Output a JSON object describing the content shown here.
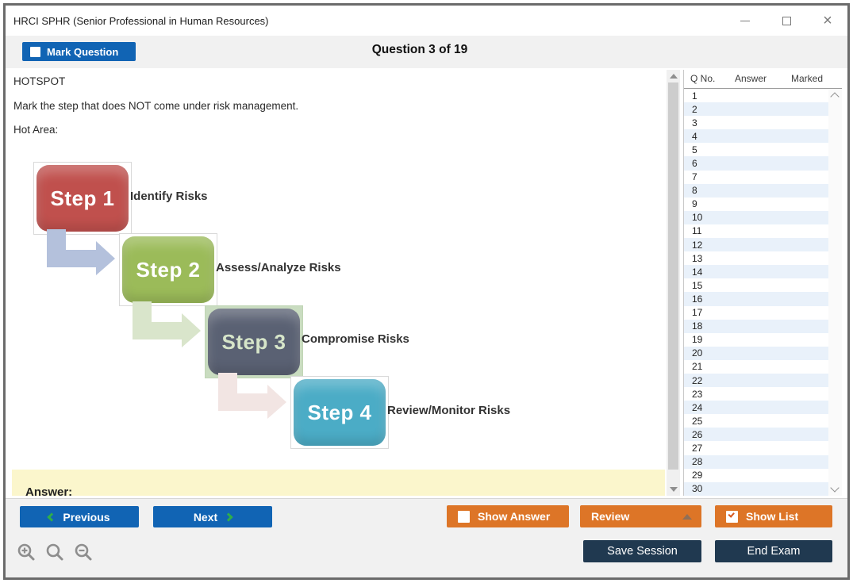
{
  "window": {
    "title": "HRCI SPHR (Senior Professional in Human Resources)"
  },
  "topbar": {
    "mark_question_label": "Mark Question",
    "question_counter": "Question 3 of 19"
  },
  "question": {
    "type_label": "HOTSPOT",
    "prompt": "Mark the step that does NOT come under risk management.",
    "hot_area_label": "Hot Area:",
    "answer_label": "Answer:"
  },
  "diagram": {
    "steps": [
      {
        "label": "Step 1",
        "caption": "Identify Risks",
        "box_color": "#c0504d",
        "text_color": "#ffffff"
      },
      {
        "label": "Step 2",
        "caption": "Assess/Analyze Risks",
        "box_color": "#9bbb59",
        "text_color": "#ffffff"
      },
      {
        "label": "Step 3",
        "caption": "Compromise Risks",
        "box_color": "#5a6173",
        "text_color": "#d6e5c9"
      },
      {
        "label": "Step 4",
        "caption": "Review/Monitor Risks",
        "box_color": "#4bacc6",
        "text_color": "#ffffff"
      }
    ],
    "arrows": [
      {
        "from": "Step 1",
        "to": "Step 2",
        "color": "#b4c1dc"
      },
      {
        "from": "Step 2",
        "to": "Step 3",
        "color": "#d9e5cb"
      },
      {
        "from": "Step 3",
        "to": "Step 4",
        "color": "#f2e5e3"
      }
    ]
  },
  "question_list": {
    "columns": [
      "Q No.",
      "Answer",
      "Marked"
    ],
    "rows": [
      {
        "q": "1",
        "answer": "",
        "marked": ""
      },
      {
        "q": "2",
        "answer": "",
        "marked": ""
      },
      {
        "q": "3",
        "answer": "",
        "marked": ""
      },
      {
        "q": "4",
        "answer": "",
        "marked": ""
      },
      {
        "q": "5",
        "answer": "",
        "marked": ""
      },
      {
        "q": "6",
        "answer": "",
        "marked": ""
      },
      {
        "q": "7",
        "answer": "",
        "marked": ""
      },
      {
        "q": "8",
        "answer": "",
        "marked": ""
      },
      {
        "q": "9",
        "answer": "",
        "marked": ""
      },
      {
        "q": "10",
        "answer": "",
        "marked": ""
      },
      {
        "q": "11",
        "answer": "",
        "marked": ""
      },
      {
        "q": "12",
        "answer": "",
        "marked": ""
      },
      {
        "q": "13",
        "answer": "",
        "marked": ""
      },
      {
        "q": "14",
        "answer": "",
        "marked": ""
      },
      {
        "q": "15",
        "answer": "",
        "marked": ""
      },
      {
        "q": "16",
        "answer": "",
        "marked": ""
      },
      {
        "q": "17",
        "answer": "",
        "marked": ""
      },
      {
        "q": "18",
        "answer": "",
        "marked": ""
      },
      {
        "q": "19",
        "answer": "",
        "marked": ""
      },
      {
        "q": "20",
        "answer": "",
        "marked": ""
      },
      {
        "q": "21",
        "answer": "",
        "marked": ""
      },
      {
        "q": "22",
        "answer": "",
        "marked": ""
      },
      {
        "q": "23",
        "answer": "",
        "marked": ""
      },
      {
        "q": "24",
        "answer": "",
        "marked": ""
      },
      {
        "q": "25",
        "answer": "",
        "marked": ""
      },
      {
        "q": "26",
        "answer": "",
        "marked": ""
      },
      {
        "q": "27",
        "answer": "",
        "marked": ""
      },
      {
        "q": "28",
        "answer": "",
        "marked": ""
      },
      {
        "q": "29",
        "answer": "",
        "marked": ""
      },
      {
        "q": "30",
        "answer": "",
        "marked": ""
      }
    ]
  },
  "footer": {
    "previous_label": "Previous",
    "next_label": "Next",
    "show_answer_label": "Show Answer",
    "show_answer_checked": false,
    "review_label": "Review",
    "show_list_label": "Show List",
    "show_list_checked": true,
    "save_session_label": "Save Session",
    "end_exam_label": "End Exam"
  },
  "colors": {
    "accent_blue": "#1164b4",
    "accent_orange": "#dd7527",
    "dark_navy": "#203950",
    "answer_band_yellow": "#fbf6cc",
    "row_alt_blue": "#e9f1fa",
    "chevron_green": "#2fae4a"
  }
}
